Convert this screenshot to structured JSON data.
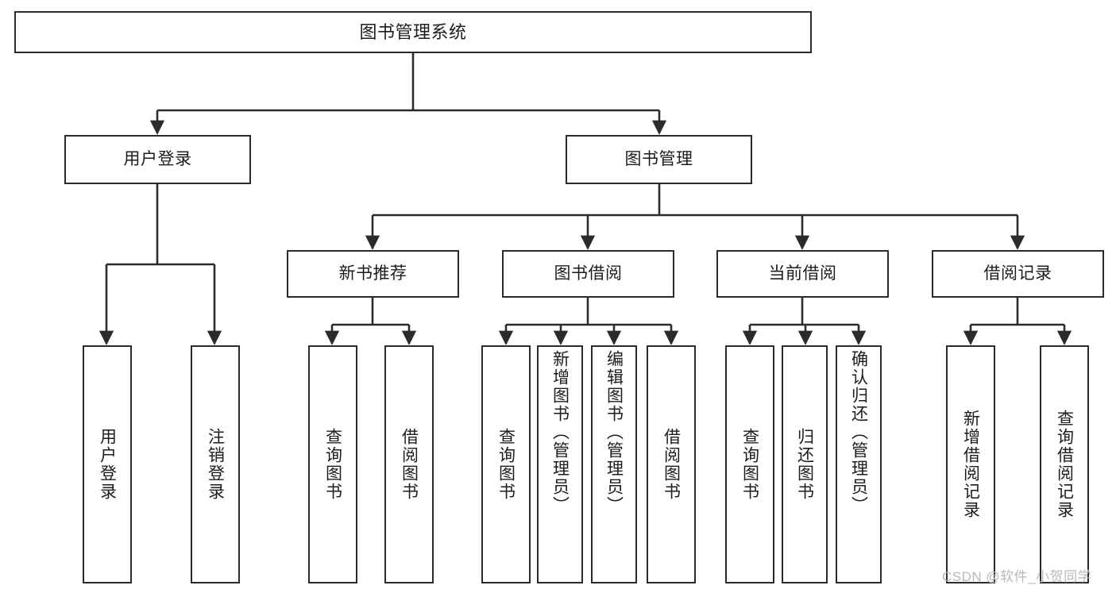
{
  "diagram": {
    "type": "tree-hierarchy-chart",
    "title": "图书管理系统",
    "background_color": "#ffffff",
    "line_color": "#2b2b2b",
    "text_color": "#1c1c1c",
    "watermark": "CSDN @软件_小贺同学",
    "levels": {
      "root": [
        "图书管理系统"
      ],
      "level1": [
        "用户登录",
        "图书管理"
      ],
      "level2": [
        "新书推荐",
        "图书借阅",
        "当前借阅",
        "借阅记录"
      ],
      "leaves": [
        "用户登录",
        "注销登录",
        "查询图书",
        "借阅图书",
        "查询图书",
        "新增图书（管理员）",
        "编辑图书（管理员）",
        "借阅图书",
        "查询图书",
        "归还图书",
        "确认归还（管理员）",
        "新增借阅记录",
        "查询借阅记录"
      ]
    },
    "nodes": {
      "root": {
        "label": "图书管理系统"
      },
      "user_login": {
        "label": "用户登录"
      },
      "book_manage": {
        "label": "图书管理"
      },
      "new_book_rec": {
        "label": "新书推荐"
      },
      "book_borrow": {
        "label": "图书借阅"
      },
      "current_borrow": {
        "label": "当前借阅"
      },
      "borrow_record": {
        "label": "借阅记录"
      },
      "leaf_user_login": {
        "label": "用户登录"
      },
      "leaf_logout": {
        "label": "注销登录"
      },
      "leaf_query_book_1": {
        "label": "查询图书"
      },
      "leaf_borrow_book_1": {
        "label": "借阅图书"
      },
      "leaf_query_book_2": {
        "label": "查询图书"
      },
      "leaf_add_book": {
        "label": "新增图书（管理员）"
      },
      "leaf_edit_book": {
        "label": "编辑图书（管理员）"
      },
      "leaf_borrow_book_2": {
        "label": "借阅图书"
      },
      "leaf_query_book_3": {
        "label": "查询图书"
      },
      "leaf_return_book": {
        "label": "归还图书"
      },
      "leaf_confirm_return": {
        "label": "确认归还（管理员）"
      },
      "leaf_add_record": {
        "label": "新增借阅记录"
      },
      "leaf_query_record": {
        "label": "查询借阅记录"
      }
    }
  }
}
